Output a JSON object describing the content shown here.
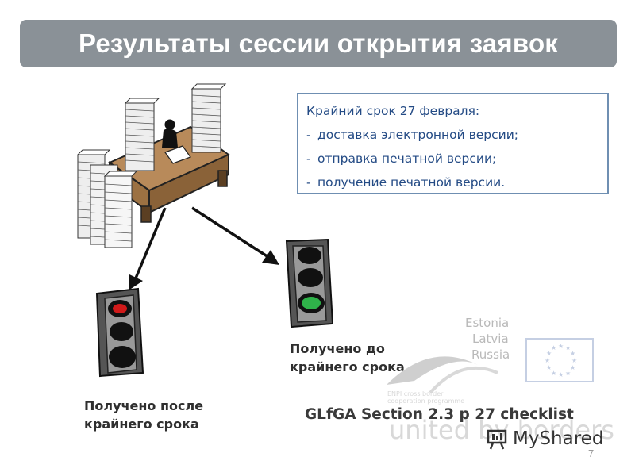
{
  "slide": {
    "title": "Результаты сессии открытия заявок",
    "page_number": "7"
  },
  "deadline_box": {
    "heading": "Крайний срок  27 февраля:",
    "items": [
      "доставка электронной версии;",
      "отправка печатной версии;",
      "получение печатной версии."
    ]
  },
  "captions": {
    "after_deadline": [
      "Получено после",
      "крайнего срока"
    ],
    "before_deadline": [
      "Получено до",
      "крайнего срока"
    ]
  },
  "checklist_note": "GLfGA Section 2.3 p 27 checklist",
  "logo": {
    "countries": [
      "Estonia",
      "Latvia",
      "Russia"
    ],
    "program_small": [
      "ENPI cross border",
      "cooperation programme"
    ],
    "slogan": "united by borders",
    "watermark": "MyShared"
  },
  "colors": {
    "title_bar": "#8a9197",
    "box_border": "#6f8fb2",
    "box_text": "#244b85",
    "light_red": "#d11a1a",
    "light_green": "#2fb34a",
    "eu_blue": "#c5cfe3"
  },
  "icons": {
    "desk": "desk-with-paper-stacks-icon",
    "traffic_red": "traffic-light-red-icon",
    "traffic_green": "traffic-light-green-icon",
    "eu_flag": "eu-flag-icon",
    "myshared": "myshared-logo-icon"
  }
}
